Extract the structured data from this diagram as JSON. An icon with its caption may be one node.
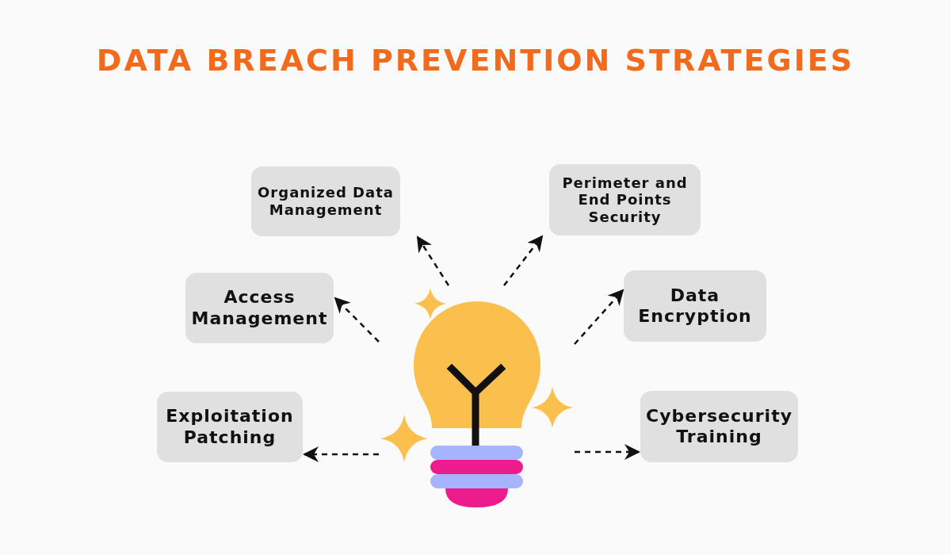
{
  "diagram": {
    "title": "DATA BREACH PREVENTION STRATEGIES",
    "nodes": [
      {
        "text": [
          "Organized Data Management"
        ]
      },
      {
        "text": [
          "Perimeter and End Points Security"
        ]
      },
      {
        "text": [
          "Access Management"
        ]
      },
      {
        "text": [
          "Data Encryption"
        ]
      },
      {
        "text": [
          "Exploitation Patching"
        ]
      },
      {
        "text": [
          "Cybersecurity Training"
        ]
      },
      {
        "text": [],
        "shape": "picture"
      }
    ],
    "edges": [
      {
        "from": 6,
        "to": 0,
        "arrow": "to",
        "style": "dashed"
      },
      {
        "from": 6,
        "to": 1,
        "arrow": "to",
        "style": "dashed"
      },
      {
        "from": 6,
        "to": 2,
        "arrow": "to",
        "style": "dashed"
      },
      {
        "from": 6,
        "to": 3,
        "arrow": "to",
        "style": "dashed"
      },
      {
        "from": 6,
        "to": 4,
        "arrow": "to",
        "style": "dashed"
      },
      {
        "from": 6,
        "to": 5,
        "arrow": "to",
        "style": "dashed"
      }
    ]
  }
}
